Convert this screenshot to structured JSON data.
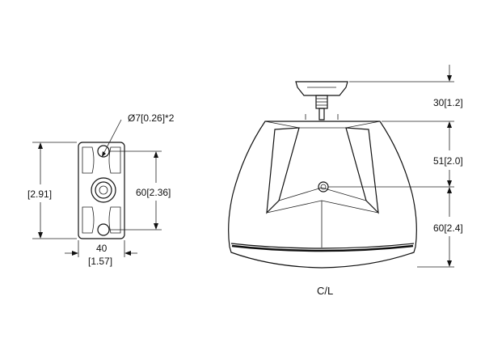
{
  "bracket": {
    "hole_callout": "Ø7[0.26]*2",
    "height_left": "[2.91]",
    "hole_spacing": "60[2.36]",
    "width_mm": "40",
    "width_in": "[1.57]"
  },
  "speaker": {
    "mount_height": "30[1.2]",
    "upper_height": "51[2.0]",
    "lower_height": "60[2.4]",
    "centerline": "C/L"
  }
}
